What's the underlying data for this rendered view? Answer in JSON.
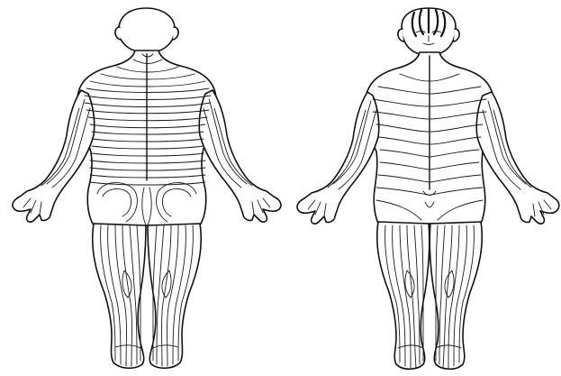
{
  "figure": {
    "views": [
      {
        "id": "posterior",
        "view": "back"
      },
      {
        "id": "anterior",
        "view": "front"
      }
    ],
    "colors": {
      "ink": "#111111",
      "paper": "#ffffff"
    }
  }
}
